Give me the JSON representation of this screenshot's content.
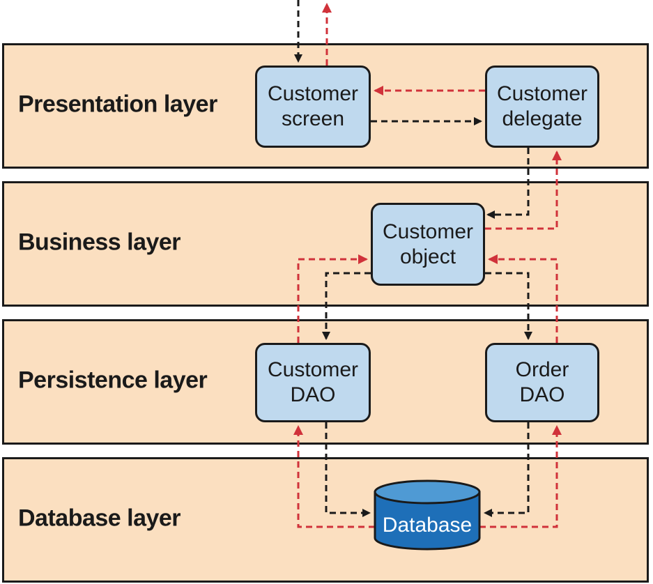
{
  "layers": {
    "presentation": "Presentation layer",
    "business": "Business layer",
    "persistence": "Persistence layer",
    "database": "Database layer"
  },
  "components": {
    "customer_screen": [
      "Customer",
      "screen"
    ],
    "customer_delegate": [
      "Customer",
      "delegate"
    ],
    "customer_object": [
      "Customer",
      "object"
    ],
    "customer_dao": [
      "Customer",
      "DAO"
    ],
    "order_dao": [
      "Order",
      "DAO"
    ],
    "database": "Database"
  },
  "colors": {
    "layer_fill": "#fbdfc0",
    "component_fill": "#bfd9ee",
    "database_fill": "#1e6fb8",
    "database_top": "#4f9ad4",
    "request_arrow": "#1a1a1a",
    "response_arrow": "#d0323a"
  }
}
